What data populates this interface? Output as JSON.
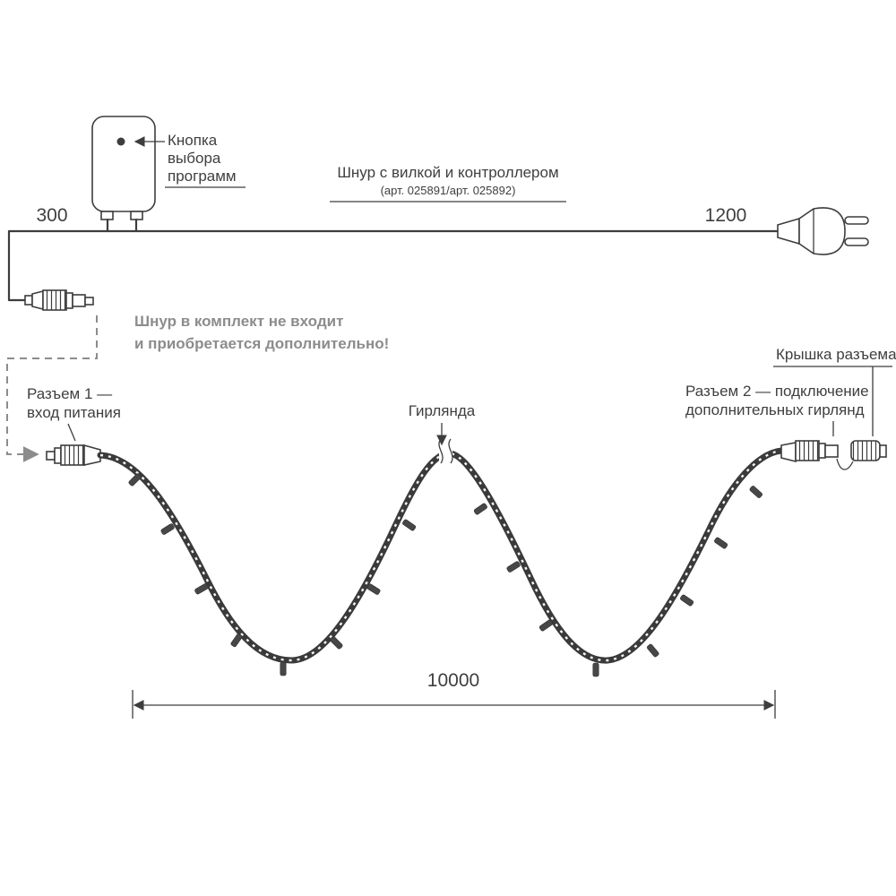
{
  "diagram": {
    "colors": {
      "line": "#3d3d3d",
      "note": "#8c8c8c",
      "background": "#ffffff"
    },
    "controller": {
      "button_label_line1": "Кнопка",
      "button_label_line2": "выбора",
      "button_label_line3": "программ"
    },
    "cord": {
      "label": "Шнур с вилкой и контроллером",
      "article": "(арт. 025891/арт. 025892)"
    },
    "dimensions": {
      "left_cord": "300",
      "right_cord": "1200",
      "garland_length": "10000"
    },
    "note": {
      "line1": "Шнур в комплект не входит",
      "line2": "и приобретается дополнительно!"
    },
    "connector1": {
      "label_line1": "Разъем 1 —",
      "label_line2": "вход питания"
    },
    "garland": {
      "label": "Гирлянда"
    },
    "connector2": {
      "label_line1": "Разъем 2 — подключение",
      "label_line2": "дополнительных гирлянд"
    },
    "cap": {
      "label": "Крышка разъема"
    }
  }
}
